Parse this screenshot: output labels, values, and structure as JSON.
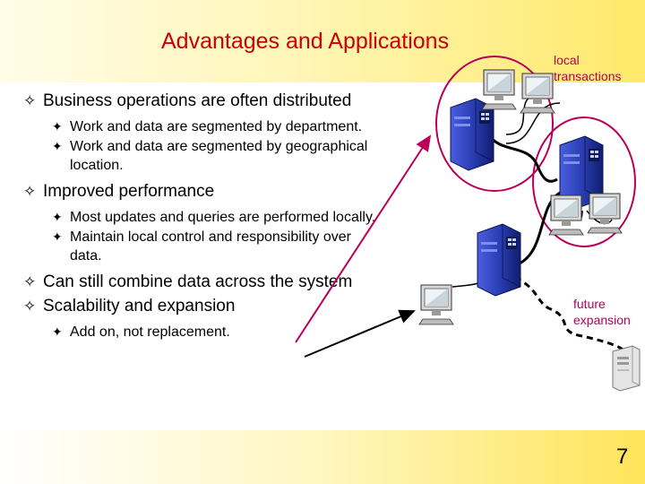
{
  "slide": {
    "title": "Advantages and Applications",
    "page_number": "7",
    "bullets": [
      {
        "text": "Business operations are often distributed",
        "sub": [
          "Work and data are segmented by department.",
          "Work and data are segmented by geographical location."
        ]
      },
      {
        "text": "Improved performance",
        "sub": [
          "Most updates and queries are performed locally.",
          "Maintain local control and responsibility over data."
        ]
      },
      {
        "text": "Can still combine data across the system",
        "sub": []
      },
      {
        "text": "Scalability and expansion",
        "sub": [
          "Add on, not replacement."
        ]
      }
    ]
  },
  "diagram": {
    "label_local": "local transactions",
    "label_future": "future expansion",
    "colors": {
      "accent": "#cc0000",
      "magenta": "#b8005a",
      "server": "#2a3fb3",
      "band": "#ffe96a"
    }
  }
}
